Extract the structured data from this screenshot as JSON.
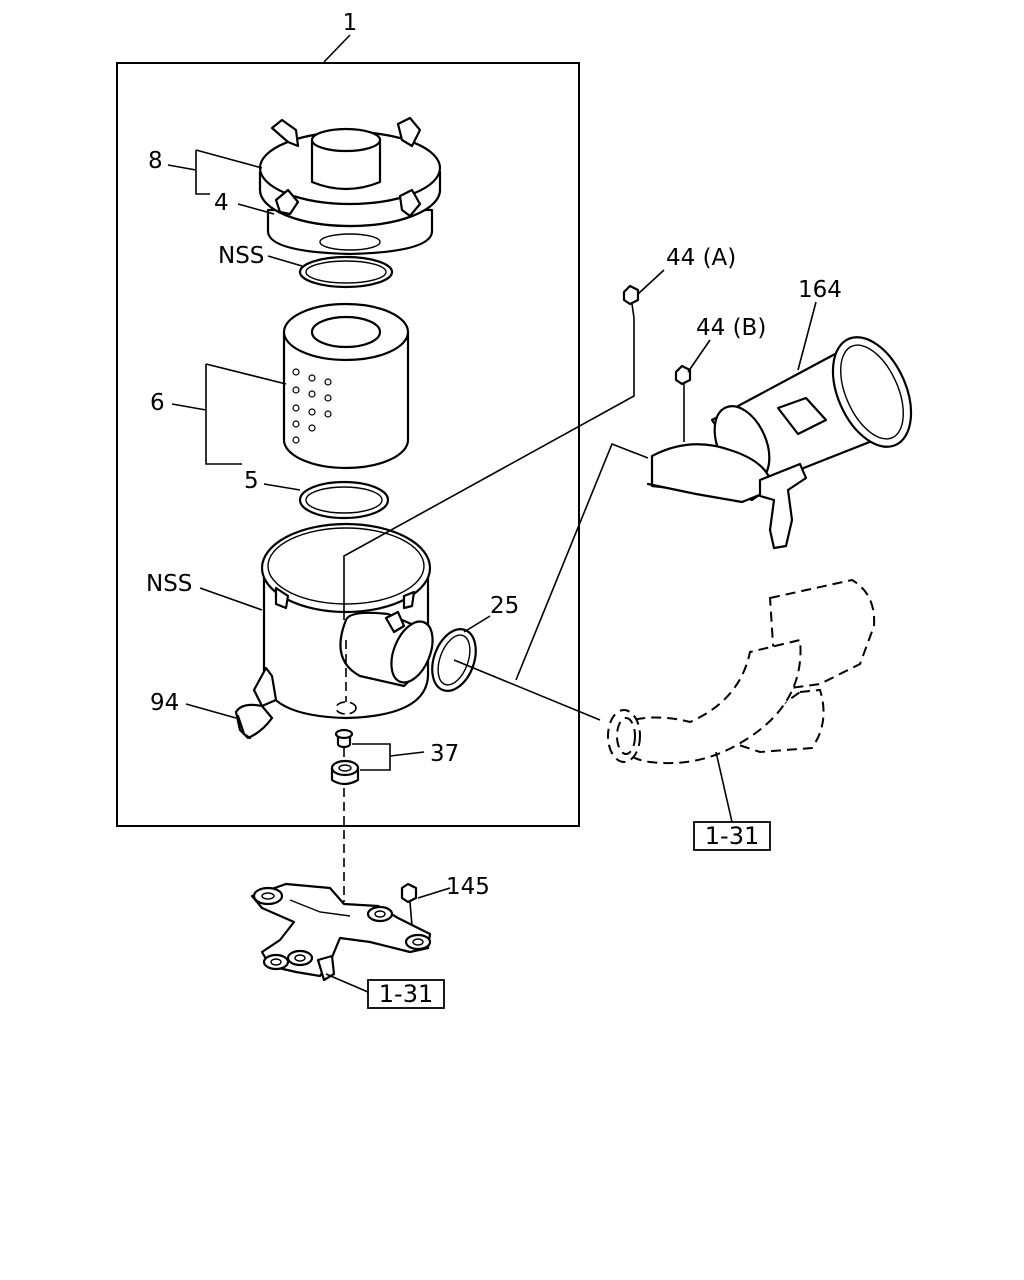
{
  "labels": {
    "l1": "1",
    "l8": "8",
    "l4": "4",
    "nss_top": "NSS",
    "l6": "6",
    "l5": "5",
    "nss_bottom": "NSS",
    "l94": "94",
    "l37": "37",
    "l25": "25",
    "l44a": "44 (A)",
    "l44b": "44 (B)",
    "l164": "164",
    "l145": "145"
  },
  "refs": {
    "ref_pipe": "1-31",
    "ref_bracket": "1-31"
  }
}
